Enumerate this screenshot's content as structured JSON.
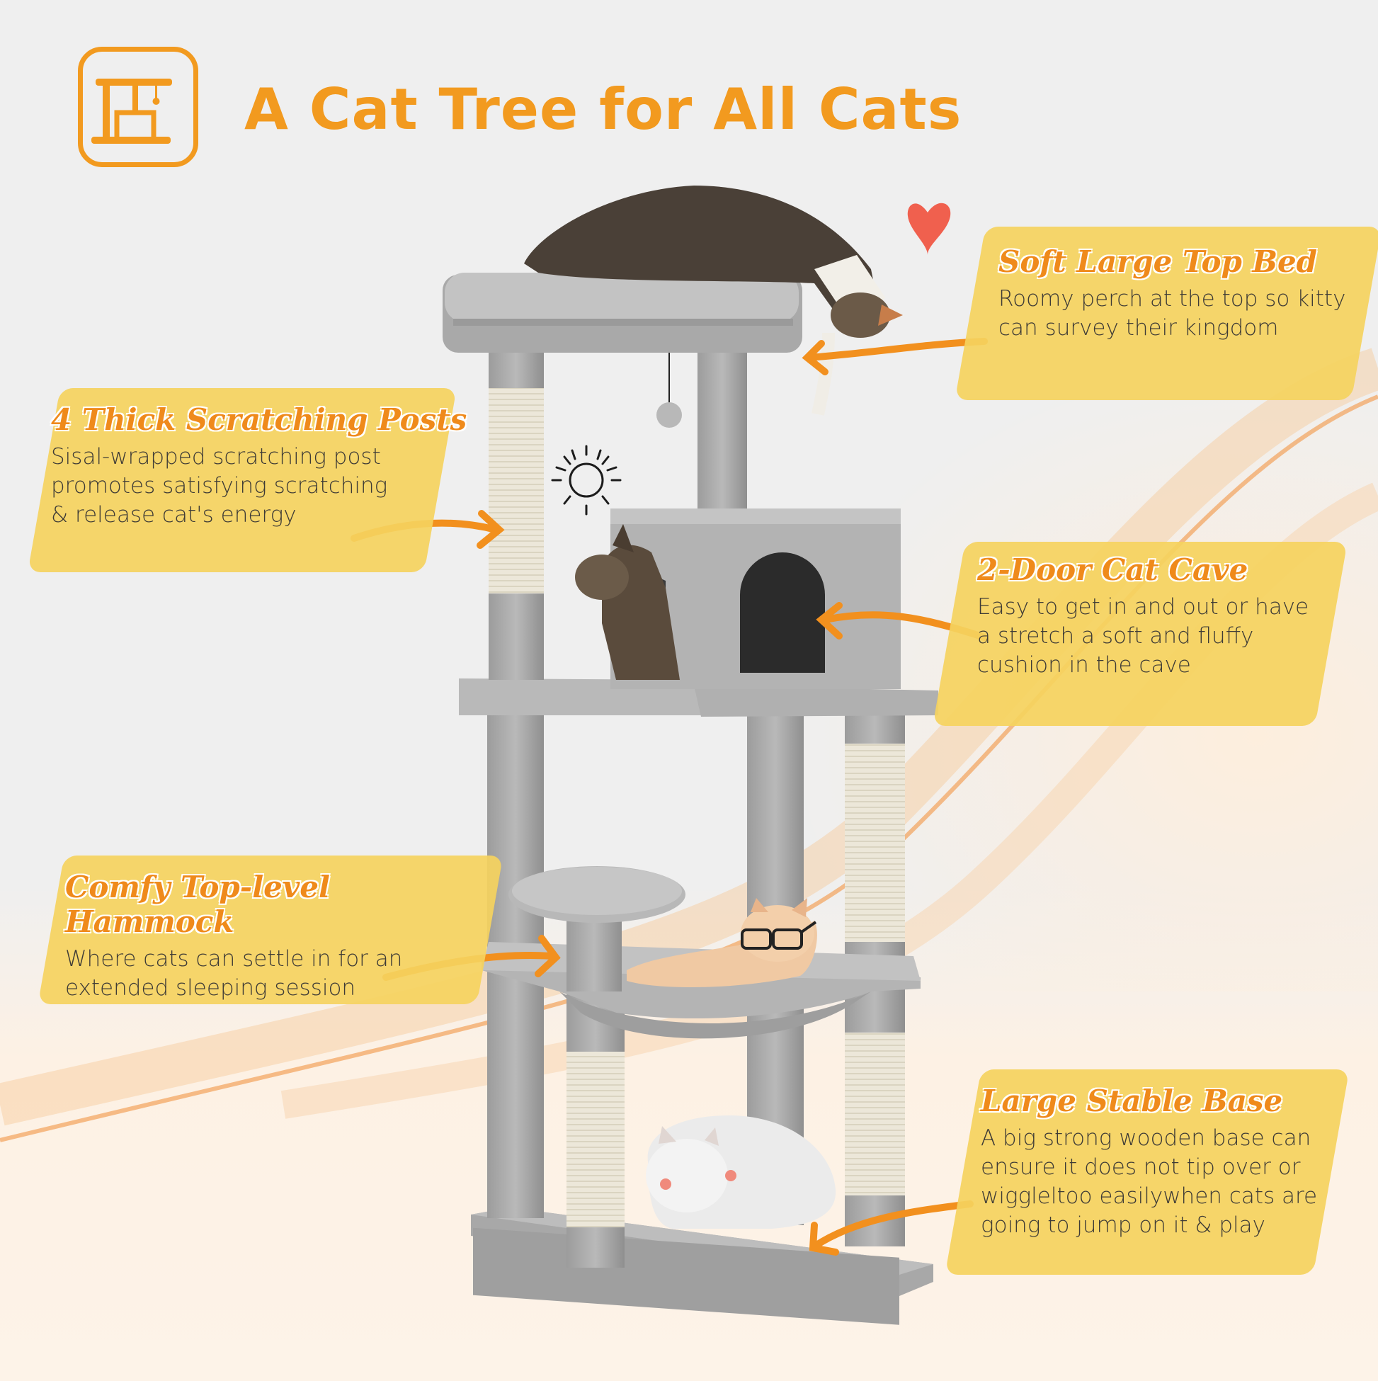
{
  "header": {
    "logo_icon": "cat-tree-icon",
    "title": "A Cat Tree for All Cats"
  },
  "colors": {
    "accent_orange": "#f29a1f",
    "heading_orange": "#ef8a1b",
    "highlight_yellow": "#f5d35e",
    "body_text": "#3e3b36",
    "background": "#efefef",
    "plush_gray": "#a9a9a9",
    "sisal": "#ebe6d8",
    "heart_red": "#f0503c"
  },
  "features": [
    {
      "id": "top-bed",
      "heading": "Soft Large Top Bed",
      "lines": [
        "Roomy perch at the top so kitty",
        "can survey their kingdom"
      ]
    },
    {
      "id": "scratching-posts",
      "heading": "4  Thick Scratching Posts",
      "lines": [
        "Sisal-wrapped scratching post",
        "promotes satisfying scratching",
        "& release cat's energy"
      ]
    },
    {
      "id": "cat-cave",
      "heading": "2-Door Cat Cave",
      "lines": [
        "Easy to get in and out or have",
        "a stretch a soft and fluffy",
        "cushion in the cave"
      ]
    },
    {
      "id": "hammock",
      "heading": "Comfy Top-level Hammock",
      "lines": [
        "Where cats can settle in for an",
        "extended sleeping session"
      ]
    },
    {
      "id": "base",
      "heading": "Large Stable Base",
      "lines": [
        "A big strong wooden base can",
        "ensure it does not tip over or",
        "wiggleltoo easilywhen cats are",
        "going to jump on it &  play"
      ]
    }
  ],
  "decorations": {
    "heart_icon": "heart-icon",
    "sun_icon": "sun-icon",
    "glasses_icon": "glasses-icon",
    "blush_hearts_icon": "blush-hearts-icon"
  }
}
